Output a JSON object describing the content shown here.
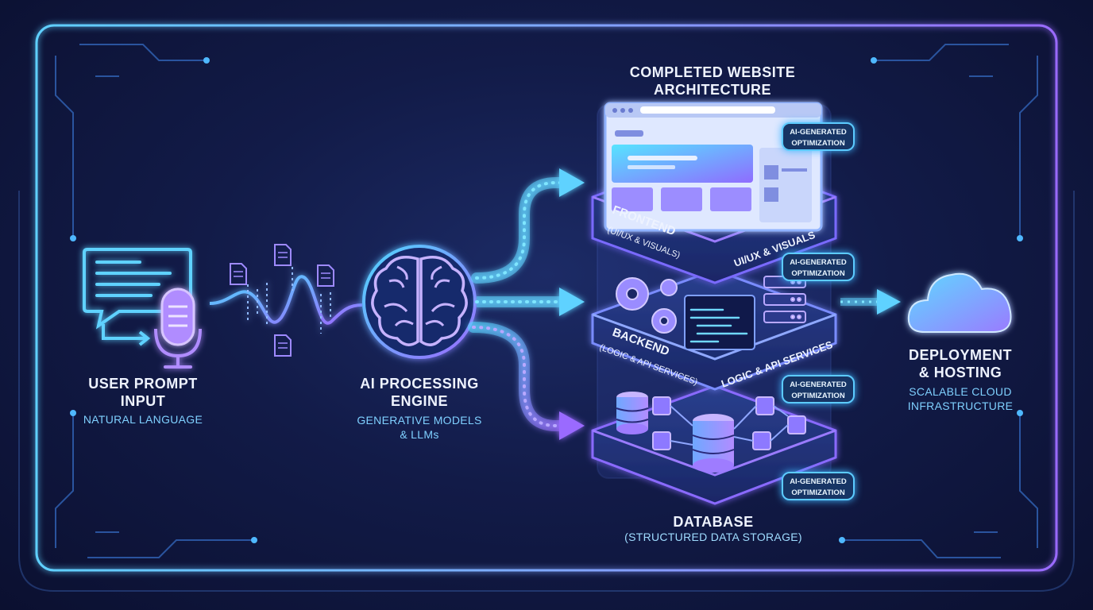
{
  "header": {
    "title_line1": "COMPLETED WEBSITE",
    "title_line2": "ARCHITECTURE"
  },
  "user_input": {
    "title_line1": "USER PROMPT",
    "title_line2": "INPUT",
    "subtitle": "NATURAL LANGUAGE"
  },
  "ai_engine": {
    "title_line1": "AI PROCESSING",
    "title_line2": "ENGINE",
    "subtitle_line1": "GENERATIVE MODELS",
    "subtitle_line2": "& LLMs"
  },
  "frontend": {
    "title": "FRONTEND",
    "sub": "(UI/UX & VISUALS)",
    "side": "UI/UX & VISUALS"
  },
  "backend": {
    "title": "BACKEND",
    "sub": "(LOGIC & API SERVICES)",
    "side": "LOGIC & API SERVICES"
  },
  "database": {
    "title": "DATABASE",
    "subtitle": "(STRUCTURED DATA STORAGE)"
  },
  "deployment": {
    "title_line1": "DEPLOYMENT",
    "title_line2": "& HOSTING",
    "subtitle_line1": "SCALABLE CLOUD",
    "subtitle_line2": "INFRASTRUCTURE"
  },
  "badges": [
    {
      "line1": "AI-GENERATED",
      "line2": "OPTIMIZATION"
    },
    {
      "line1": "AI-GENERATED",
      "line2": "OPTIMIZATION"
    },
    {
      "line1": "AI-GENERATED",
      "line2": "OPTIMIZATION"
    },
    {
      "line1": "AI-GENERATED",
      "line2": "OPTIMIZATION"
    }
  ],
  "colors": {
    "cyan": "#4fd6ff",
    "violet": "#9a6bff",
    "navy": "#121b48"
  }
}
